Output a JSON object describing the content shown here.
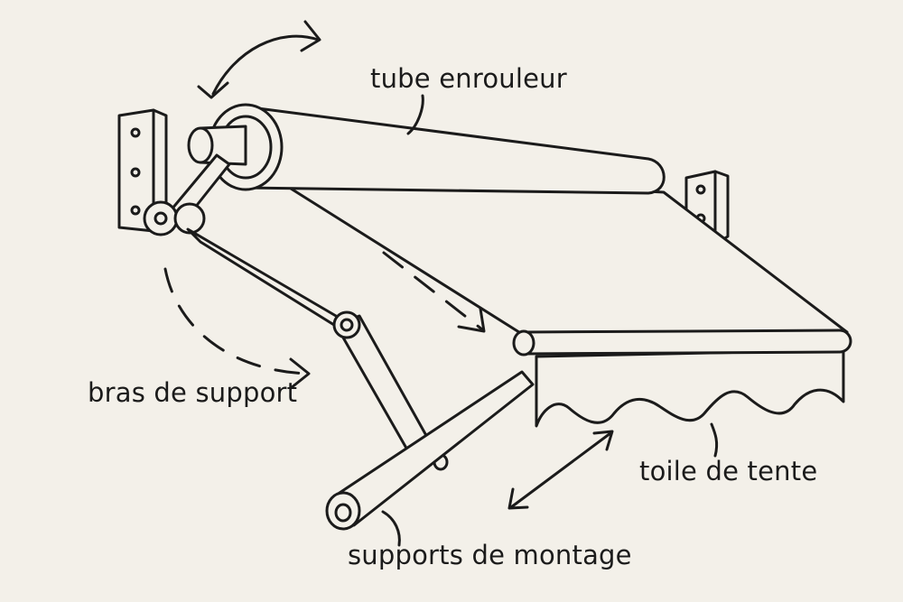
{
  "labels": {
    "roller_tube": "tube enrouleur",
    "support_arms": "bras de support",
    "awning_fabric": "toile de tente",
    "mounting_brackets": "supports de montage"
  },
  "colors": {
    "background": "#f3f0e9",
    "ink": "#1b1b1b"
  }
}
